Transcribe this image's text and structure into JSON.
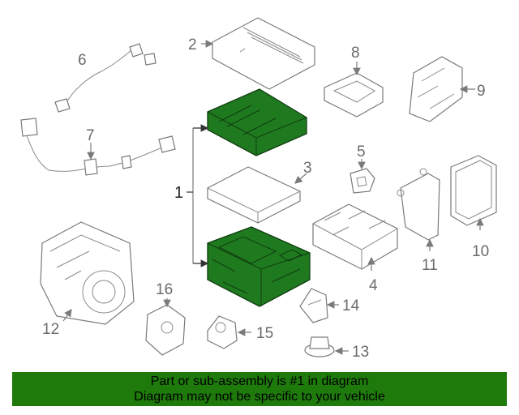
{
  "diagram": {
    "callouts": [
      "1",
      "2",
      "3",
      "4",
      "5",
      "6",
      "7",
      "8",
      "9",
      "10",
      "11",
      "12",
      "13",
      "14",
      "15",
      "16"
    ],
    "highlight_color": "#1f7a1f"
  },
  "footer": {
    "line1": "Part or sub-assembly is #1 in diagram",
    "line2": "Diagram may not be specific to your vehicle",
    "background": "#1f7a0c"
  }
}
